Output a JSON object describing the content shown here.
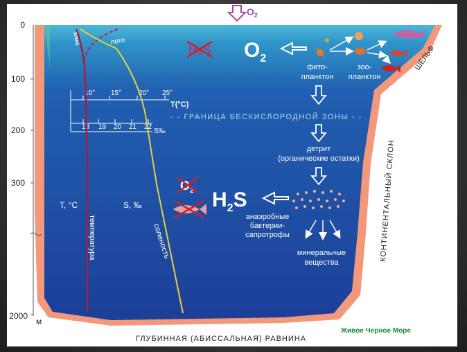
{
  "top_o2": "O",
  "top_o2_sub": "2",
  "depth_ticks": [
    "0",
    "100",
    "200",
    "300",
    "2000"
  ],
  "depth_unit": "м",
  "o2_big": "O",
  "o2_big_sub": "2",
  "h2s_crossed": "H₂S",
  "phyto": [
    "фито-",
    "планктон"
  ],
  "zoo": [
    "зоо-",
    "планктон"
  ],
  "temp_scale": [
    "10°",
    "15°",
    "20°",
    "25°"
  ],
  "temp_unit": "Т(°С)",
  "sal_scale": [
    "18",
    "19",
    "20",
    "21",
    "22"
  ],
  "sal_unit": "S‰",
  "boundary": "- - ГРАНИЦА БЕСКИСЛОРОДНОЙ ЗОНЫ - -",
  "detritus": [
    "детрит",
    "(органические остатки)"
  ],
  "h2s_big": "H",
  "h2s_big_sub": "2",
  "h2s_big_tail": "S",
  "o2_crossed": "O",
  "o2_crossed_sub": "2",
  "bacteria": [
    "анаэробные",
    "бактерии-",
    "сапротрофы"
  ],
  "minerals": [
    "минеральные",
    "вещества"
  ],
  "t_label": "Т, °С",
  "s_label": "S, ‰",
  "temperature_word": "температура",
  "salinity_word": "соленость",
  "winter": "зима",
  "summer": "лето",
  "shelf": "ШЕЛЬФ",
  "slope": "КОНТИНЕНТАЛЬНЫЙ СКЛОН",
  "plain": "ГЛУБИННАЯ   (АБИССАЛЬНАЯ)   РАВНИНА",
  "source": "Живое Черное Море",
  "colors": {
    "sea_top": "#2f95c9",
    "sea_deep": "#1a3f9a",
    "shelf": "#f08a6a",
    "text_white": "#ffffff",
    "pink": "#9c3f8a"
  }
}
